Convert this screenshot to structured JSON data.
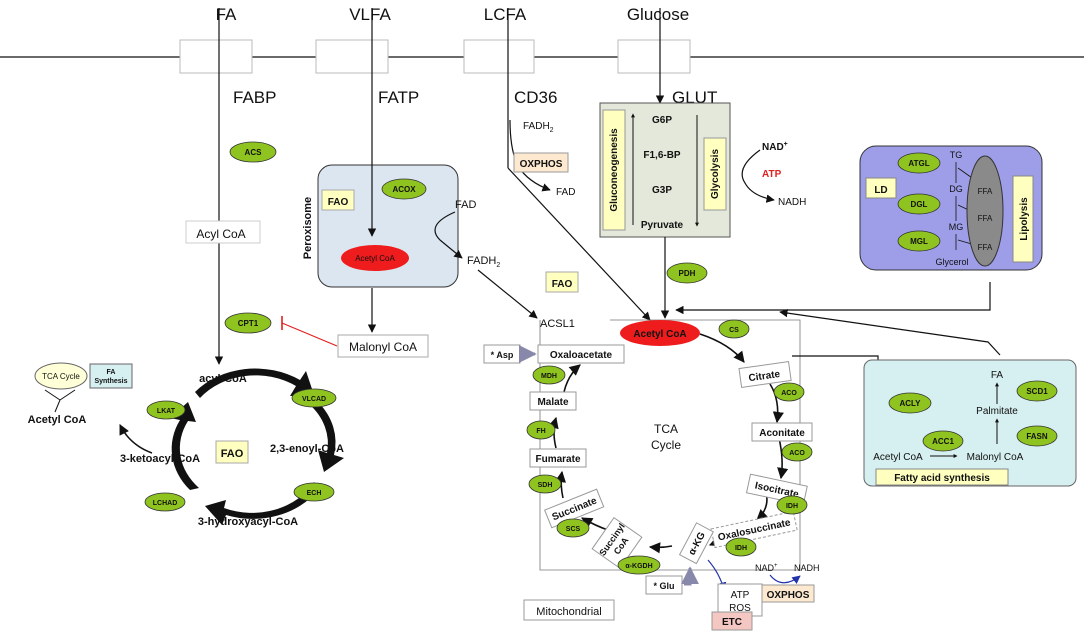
{
  "inputs": {
    "fa": "FA",
    "vlfa": "VLFA",
    "lcfa": "LCFA",
    "glucose": "Glucose"
  },
  "transporters": {
    "fabp": "FABP",
    "fatp": "FATP",
    "cd36": "CD36",
    "glut": "GLUT"
  },
  "enzymes": {
    "acs": "ACS",
    "acox": "ACOX",
    "cpt1": "CPT1",
    "pdh": "PDH",
    "vlcad": "VLCAD",
    "lkat": "LKAT",
    "ech": "ECH",
    "lchad": "LCHAD",
    "atgl": "ATGL",
    "dgl": "DGL",
    "mgl": "MGL",
    "cs": "CS",
    "aco1": "ACO",
    "aco2": "ACO",
    "idh1": "IDH",
    "idh2": "IDH",
    "akgdh": "α-KGDH",
    "scs": "SCS",
    "sdh": "SDH",
    "fh": "FH",
    "mdh": "MDH",
    "acly": "ACLY",
    "acc1": "ACC1",
    "scd1": "SCD1",
    "fasn": "FASN"
  },
  "fatty_acid_oxidation": {
    "acyl_coa": "Acyl CoA",
    "fao_label": "FAO",
    "cycle": {
      "acyl_coa": "acyl-CoA",
      "enoyl": "2,3-enoyl-CoA",
      "hydroxy": "3-hydroxyacyl-CoA",
      "ketoacyl": "3-ketoacyl-CoA",
      "acetyl_coa": "Acetyl CoA",
      "tca_cycle": "TCA Cycle",
      "fa_synthesis_line1": "FA",
      "fa_synthesis_line2": "Synthesis"
    }
  },
  "peroxisome": {
    "label": "Peroxisome",
    "fao": "FAO",
    "fad": "FAD",
    "fadh2": "FADH",
    "fadh2_sub": "2",
    "acetyl_coa": "Acetyl CoA",
    "malonyl_coa": "Malonyl CoA"
  },
  "cd36_branch": {
    "fadh2": "FADH",
    "fadh2_sub": "2",
    "oxphos": "OXPHOS",
    "fad": "FAD",
    "fao": "FAO",
    "acsl1": "ACSL1"
  },
  "glycolysis": {
    "g6p": "G6P",
    "f16bp": "F1,6-BP",
    "g3p": "G3P",
    "pyruvate": "Pyruvate",
    "gluconeogenesis": "Gluconeogenesis",
    "glycolysis": "Glycolysis",
    "nad_plus": "NAD",
    "nad_sup": "+",
    "atp": "ATP",
    "nadh": "NADH"
  },
  "lipolysis": {
    "ld": "LD",
    "tg": "TG",
    "dg": "DG",
    "mg": "MG",
    "ffa1": "FFA",
    "ffa2": "FFA",
    "ffa3": "FFA",
    "glycerol": "Glycerol",
    "lipolysis": "Lipolysis"
  },
  "tca": {
    "acetyl_coa": "Acetyl CoA",
    "center_line1": "TCA",
    "center_line2": "Cycle",
    "citrate": "Citrate",
    "aconitate": "Aconitate",
    "isocitrate": "Isocitrate",
    "oxalosuccinate": "Oxalosuccinate",
    "akg": "α-KG",
    "succinyl_line1": "Succinyl",
    "succinyl_line2": "CoA",
    "succinate": "Succinate",
    "fumarate": "Fumarate",
    "malate": "Malate",
    "oxaloacetate": "Oxaloacetate",
    "asp": "* Asp",
    "glu": "* Glu",
    "nad_plus": "NAD",
    "nad_sup": "+",
    "nadh": "NADH",
    "atp": "ATP",
    "ros": "ROS",
    "oxphos": "OXPHOS",
    "etc": "ETC",
    "mitochondrial": "Mitochondrial"
  },
  "fa_synthesis": {
    "fa": "FA",
    "palmitate": "Palmitate",
    "acetyl_coa": "Acetyl CoA",
    "malonyl_coa": "Malonyl CoA",
    "title": "Fatty acid synthesis"
  },
  "colors": {
    "enzyme_green": "#8fc31f",
    "acetyl_red": "#ee1c1c",
    "label_yellow": "#ffffc0",
    "peroxisome_blue": "#dce6f1",
    "lipolysis_purple": "#9e9ee8",
    "synthesis_cyan": "#d6eff0",
    "glycolysis_gray": "#e3e8da"
  }
}
